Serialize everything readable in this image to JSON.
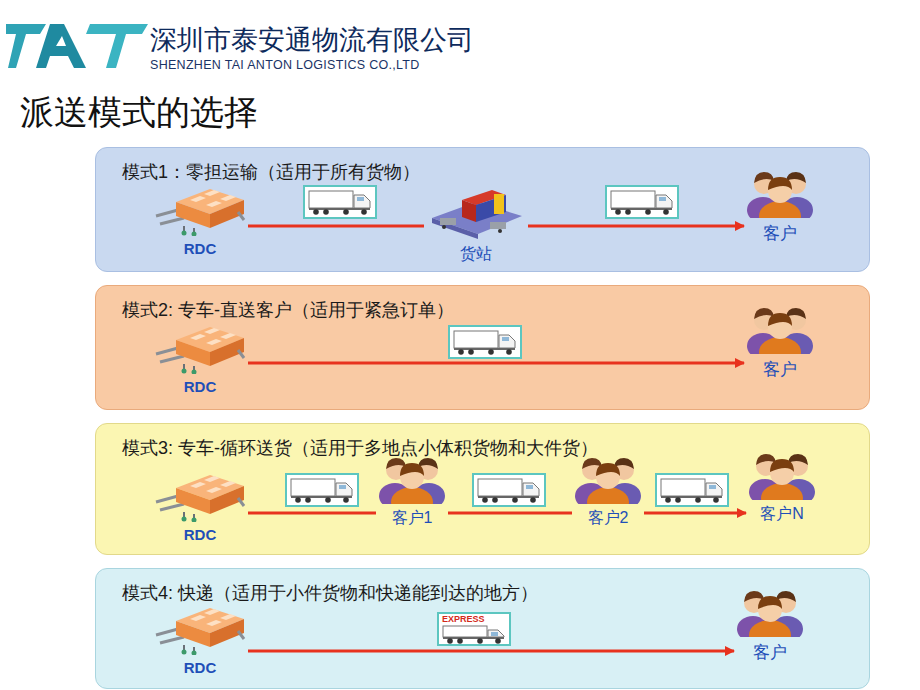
{
  "diagram": {
    "title": "派送模式的选择",
    "nodes": [
      {
        "text": [
          "模式1：零担运输（适用于所有货物）"
        ]
      },
      {
        "text": [
          "RDC"
        ],
        "in": 0
      },
      {
        "text": [
          "货站"
        ],
        "in": 0
      },
      {
        "text": [
          "客户"
        ],
        "in": 0
      },
      {
        "text": [
          "模式2: 专车-直送客户（适用于紧急订单）"
        ]
      },
      {
        "text": [
          "RDC"
        ],
        "in": 4
      },
      {
        "text": [
          "客户"
        ],
        "in": 4
      },
      {
        "text": [
          "模式3: 专车-循环送货（适用于多地点小体积货物和大件货）"
        ]
      },
      {
        "text": [
          "RDC"
        ],
        "in": 7
      },
      {
        "text": [
          "客户1"
        ],
        "in": 7
      },
      {
        "text": [
          "客户2"
        ],
        "in": 7
      },
      {
        "text": [
          "客户N"
        ],
        "in": 7
      },
      {
        "text": [
          "模式4: 快递（适用于小件货物和快递能到达的地方）"
        ]
      },
      {
        "text": [
          "RDC"
        ],
        "in": 12
      },
      {
        "text": [
          "客户"
        ],
        "in": 12
      }
    ],
    "edges": [
      {
        "from": 1,
        "to": 2,
        "arrow": "none"
      },
      {
        "from": 2,
        "to": 3,
        "arrow": "to"
      },
      {
        "from": 5,
        "to": 6,
        "arrow": "to"
      },
      {
        "from": 8,
        "to": 9,
        "arrow": "none"
      },
      {
        "from": 9,
        "to": 10,
        "arrow": "none"
      },
      {
        "from": 10,
        "to": 11,
        "arrow": "to"
      },
      {
        "from": 13,
        "to": 14,
        "arrow": "to"
      }
    ],
    "labels": [
      "深圳市泰安通物流有限公司",
      "SHENZHEN TAI ANTON LOGISTICS CO.,LTD",
      "EXPRESS"
    ]
  }
}
